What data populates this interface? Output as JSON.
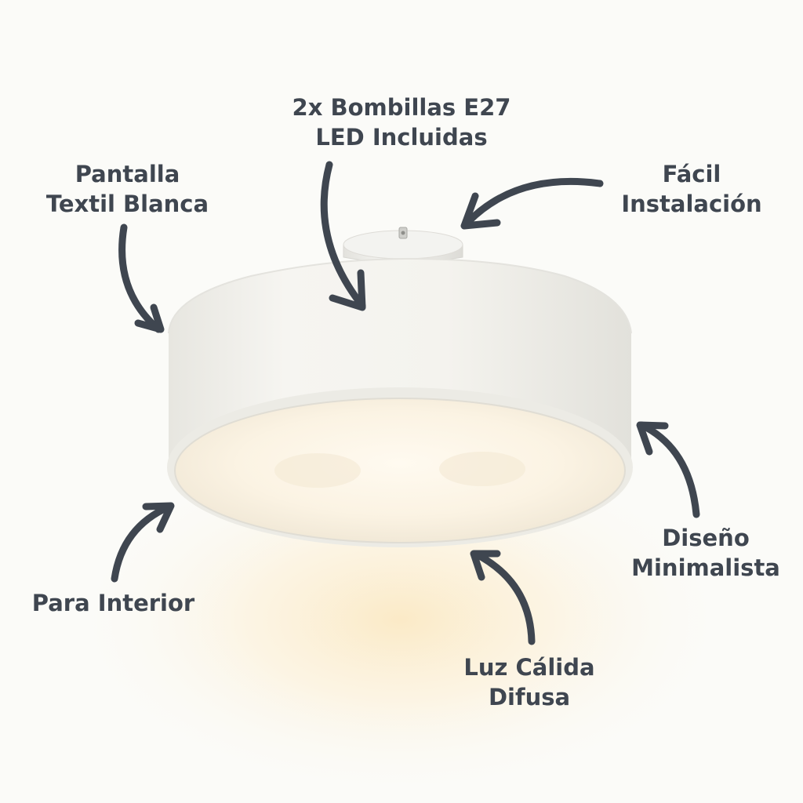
{
  "labels": {
    "bulbs": {
      "line1": "2x Bombillas E27",
      "line2": "LED Incluidas"
    },
    "shade": {
      "line1": "Pantalla",
      "line2": "Textil Blanca"
    },
    "install": {
      "line1": "Fácil",
      "line2": "Instalación"
    },
    "design": {
      "line1": "Diseño",
      "line2": "Minimalista"
    },
    "interior": {
      "line1": "Para Interior"
    },
    "light": {
      "line1": "Luz Cálida",
      "line2": "Difusa"
    }
  },
  "colors": {
    "background": "#fbfbf8",
    "text": "#3f4650",
    "arrow": "#3f4650",
    "shade": "#f2f1ec",
    "warm_glow": "#fbe9c4"
  }
}
